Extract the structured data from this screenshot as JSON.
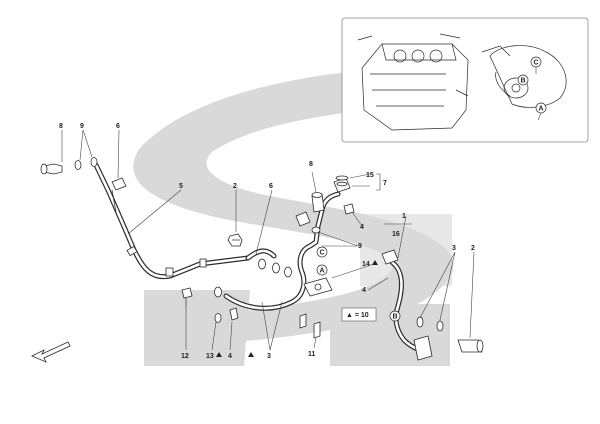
{
  "colors": {
    "watermark": "#d9d9d9",
    "line": "#2b2b2b",
    "background": "#ffffff",
    "inset_border": "#888888"
  },
  "inset": {
    "badge_c": "C",
    "badge_b": "B",
    "badge_a": "A"
  },
  "callouts": {
    "c8_left": "8",
    "c9_left": "9",
    "c6_left": "6",
    "c5": "5",
    "c2_mid": "2",
    "c6_mid": "6",
    "c8_mid": "8",
    "c15": "15",
    "c7": "7",
    "c4_upper": "4",
    "c9_mid": "9",
    "c1": "1",
    "c16": "16",
    "c14": "14",
    "c4_mid": "4",
    "c3_right": "3",
    "c2_right": "2",
    "c12": "12",
    "c13": "13",
    "c4_low": "4",
    "c3_low": "3",
    "c11": "11",
    "badge_c": "C",
    "badge_a": "A",
    "badge_b": "B",
    "legend": "▲ = 10"
  }
}
